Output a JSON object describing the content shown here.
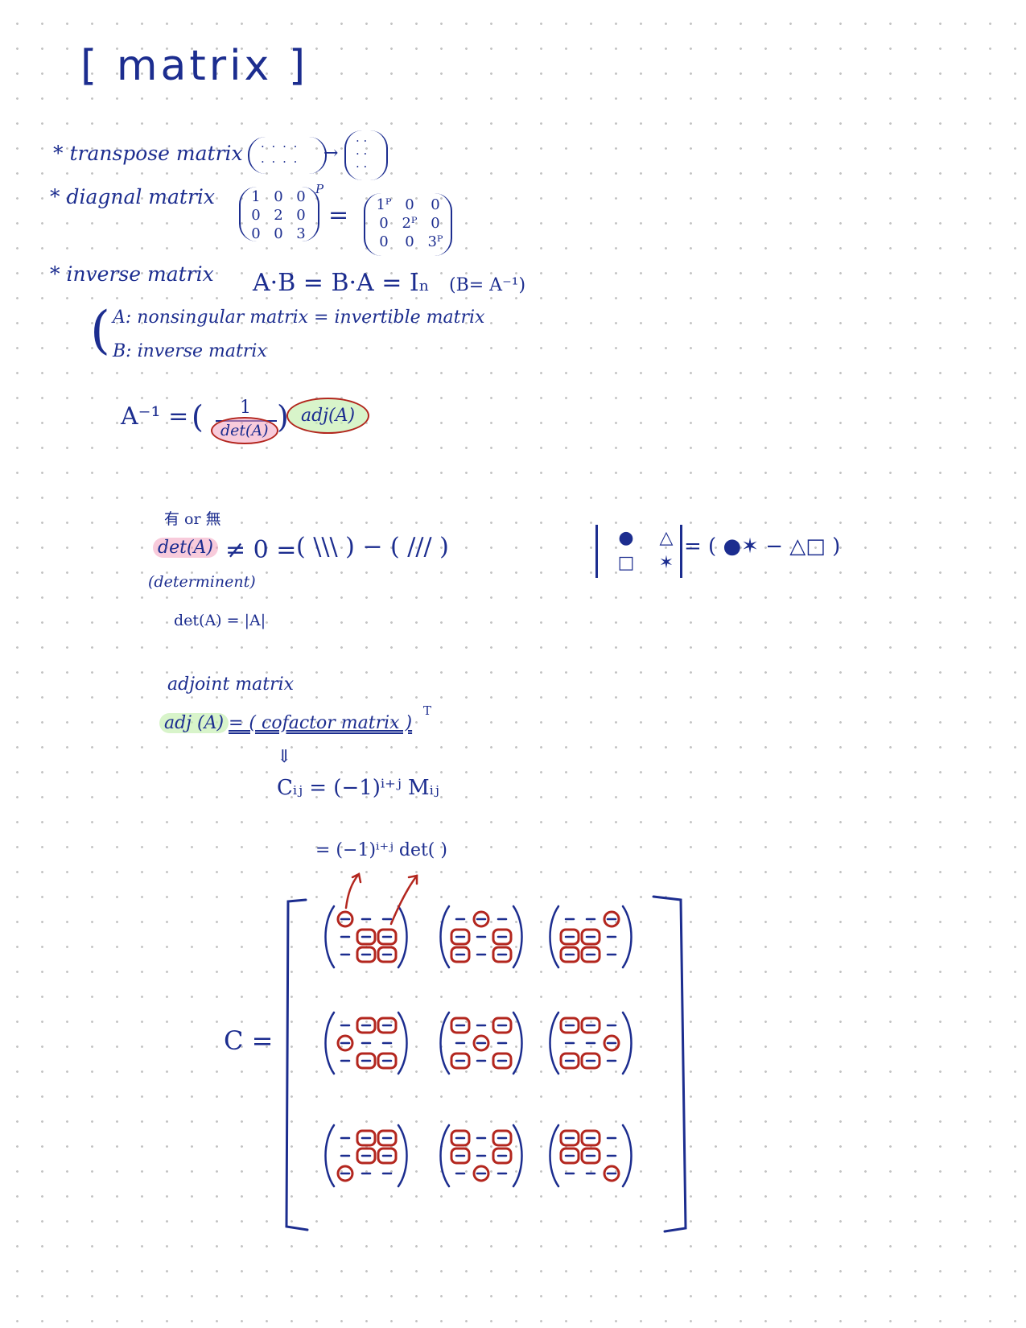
{
  "title": "[ matrix ]",
  "transpose": {
    "label": "* transpose matrix",
    "left_rows": [
      "· · · ·",
      "· · · ·"
    ],
    "right_rows": [
      "· ·",
      "· ·",
      "· ·"
    ]
  },
  "diagonal": {
    "label": "* diagnal matrix",
    "power": "P",
    "equals": "=",
    "left": [
      "1",
      "0",
      "0",
      "0",
      "2",
      "0",
      "0",
      "0",
      "3"
    ],
    "right": [
      "1ᴾ",
      "0",
      "0",
      "0",
      "2ᴾ",
      "0",
      "0",
      "0",
      "3ᴾ"
    ]
  },
  "inverse": {
    "label": "* inverse matrix",
    "equation": "A·B = B·A = Iₙ",
    "note": "(B= A⁻¹)",
    "a_line": "A:  nonsingular matrix  =  invertible matrix",
    "b_line": "B:  inverse matrix"
  },
  "inverse_formula": {
    "lhs": "A⁻¹  =",
    "numerator": "1",
    "det": "det(A)",
    "adj": "adj(A)"
  },
  "determinant": {
    "chinese": "有 or 無",
    "det": "det(A)",
    "neq_zero": "≠ 0 =",
    "diff": "( \\\\\\ ) − ( /// )",
    "name": "(determinent)",
    "abs": "det(A)  = |A|"
  },
  "mnemonic": {
    "rhs": "= ( ●✶  − △□ )",
    "cells": [
      "●",
      "△",
      "□",
      "✶"
    ]
  },
  "adjoint": {
    "label": "adjoint matrix",
    "adj": "adj (A)",
    "rhs": "= ( cofactor matrix )",
    "transpose": "T",
    "arrow": "⇓",
    "cij": "Cᵢⱼ  =  (−1)ⁱ⁺ʲ Mᵢⱼ",
    "det_form": "= (−1)ⁱ⁺ʲ  det(   )"
  },
  "cofactor": {
    "label": "C ="
  }
}
